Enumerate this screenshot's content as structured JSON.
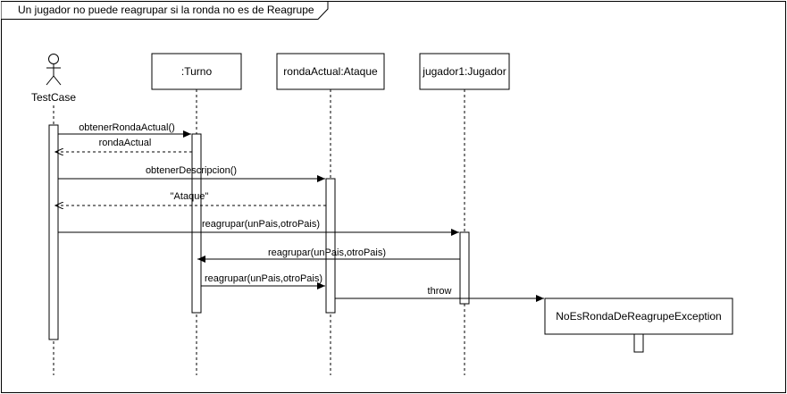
{
  "frame": {
    "title": "Un jugador no puede reagrupar si la ronda no es de Reagrupe"
  },
  "actor": {
    "name": "TestCase"
  },
  "lifelines": {
    "turno": {
      "label": ":Turno"
    },
    "ronda": {
      "label": "rondaActual:Ataque"
    },
    "jugador": {
      "label": "jugador1:Jugador"
    }
  },
  "exception": {
    "label": "NoEsRondaDeReagrupeException"
  },
  "messages": {
    "m1": "obtenerRondaActual()",
    "m2": "rondaActual",
    "m3": "obtenerDescripcion()",
    "m4": "\"Ataque\"",
    "m5": "reagrupar(unPais,otroPais)",
    "m6": "reagrupar(unPais,otroPais)",
    "m7": "reagrupar(unPais,otroPais)",
    "m8": "throw"
  }
}
